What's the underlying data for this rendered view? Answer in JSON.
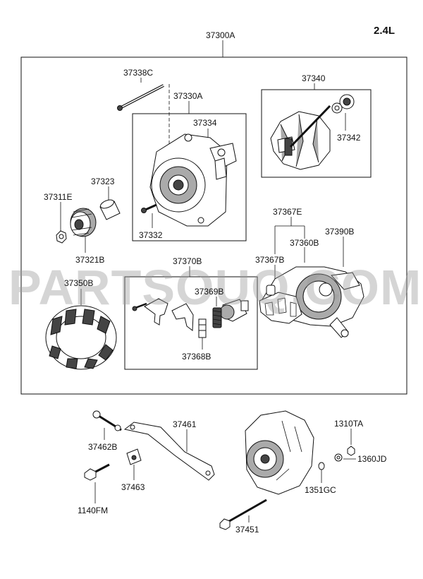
{
  "variant": "2.4L",
  "watermark": "PARTSOUQ.COM",
  "assembly": {
    "number": "37300A"
  },
  "labels": {
    "p37338C": "37338C",
    "p37330A": "37330A",
    "p37334": "37334",
    "p37340": "37340",
    "p37342": "37342",
    "p37323": "37323",
    "p37311E": "37311E",
    "p37321B": "37321B",
    "p37332": "37332",
    "p37367E": "37367E",
    "p37390B": "37390B",
    "p37360B": "37360B",
    "p37367B": "37367B",
    "p37370B": "37370B",
    "p37350B": "37350B",
    "p37369B": "37369B",
    "p37368B": "37368B",
    "p37461": "37461",
    "p1310TA": "1310TA",
    "p37462B": "37462B",
    "p1360JD": "1360JD",
    "p37463": "37463",
    "p1351GC": "1351GC",
    "p1140FM": "1140FM",
    "p37451": "37451"
  }
}
